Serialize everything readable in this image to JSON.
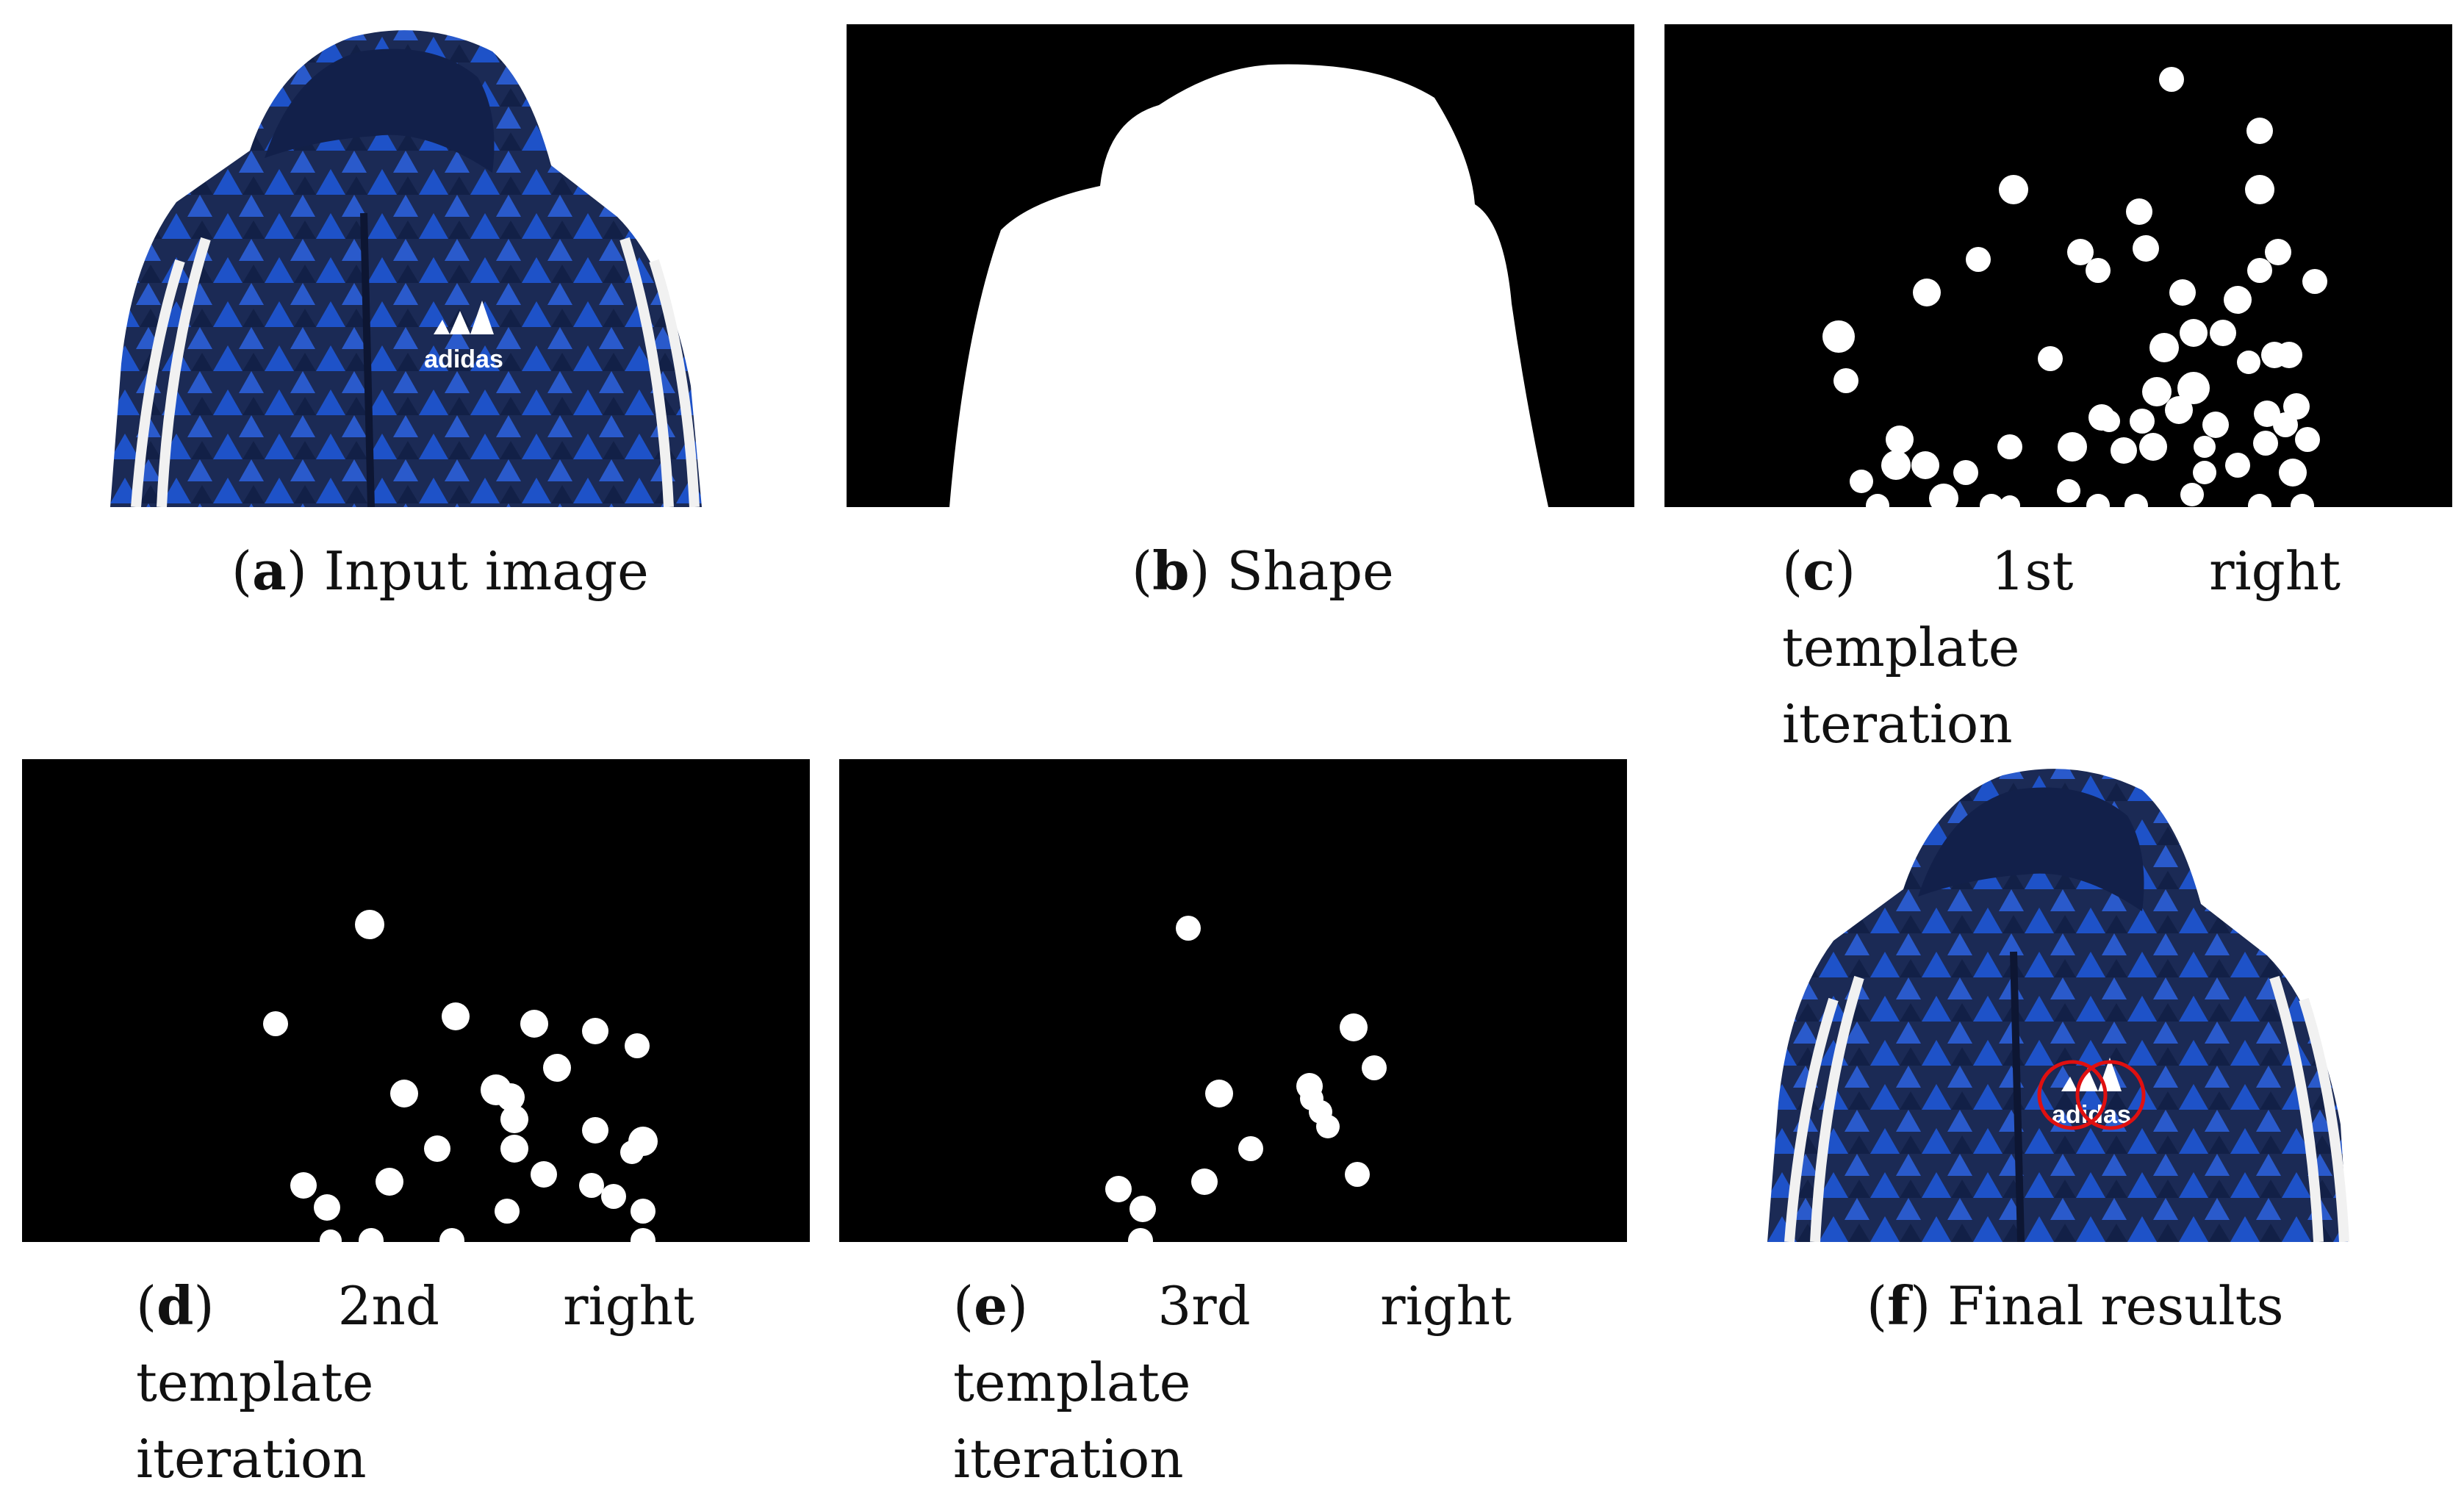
{
  "figure": {
    "panels": [
      {
        "letter": "a",
        "text": "Input image",
        "kind": "photo"
      },
      {
        "letter": "b",
        "text": "Shape",
        "kind": "mask"
      },
      {
        "letter": "c",
        "line1": "1st  right  template",
        "line2": "iteration",
        "kind": "dots"
      },
      {
        "letter": "d",
        "line1": "2nd right template",
        "line2": "iteration",
        "kind": "dots"
      },
      {
        "letter": "e",
        "line1": "3rd  right  template",
        "line2": "iteration",
        "kind": "dots"
      },
      {
        "letter": "f",
        "text": "Final results",
        "kind": "photo-detected"
      }
    ],
    "logo_text": "adidas",
    "colors": {
      "background": "#000000",
      "mask": "#ffffff",
      "jacket_dark": "#1b2a55",
      "jacket_blue": "#1e52c8",
      "detection_circle": "#e01010"
    }
  }
}
